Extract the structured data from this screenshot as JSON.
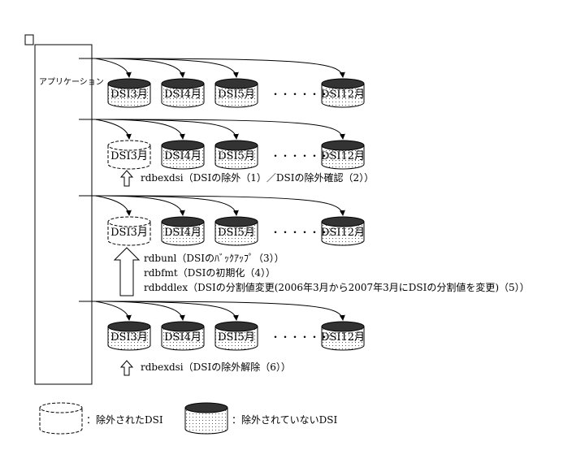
{
  "application_label": "アプリケーション",
  "ellipsis": "・・・・・・",
  "rows": [
    {
      "dsi": [
        "DSI3月",
        "DSI4月",
        "DSI5月",
        "DSI12月"
      ],
      "excluded": [
        false,
        false,
        false,
        false
      ]
    },
    {
      "dsi": [
        "DSI3月",
        "DSI4月",
        "DSI5月",
        "DSI12月"
      ],
      "excluded": [
        true,
        false,
        false,
        false
      ]
    },
    {
      "dsi": [
        "DSI3月",
        "DSI4月",
        "DSI5月",
        "DSI12月"
      ],
      "excluded": [
        true,
        false,
        false,
        false
      ]
    },
    {
      "dsi": [
        "DSI3月",
        "DSI4月",
        "DSI5月",
        "DSI12月"
      ],
      "excluded": [
        false,
        false,
        false,
        false
      ]
    }
  ],
  "steps": {
    "step1": "rdbexdsi（DSIの除外（1）／DSIの除外確認（2））",
    "step2_lines": [
      "rdbunl（DSIのﾊﾞｯｸｱｯﾌﾟ（3））",
      "rdbfmt（DSIの初期化（4））",
      "rdbddlex（DSIの分割値変更(2006年3月から2007年3月にDSIの分割値を変更)（5））"
    ],
    "step3": "rdbexdsi（DSIの除外解除（6））"
  },
  "legend": {
    "excluded": "：除外されたDSI",
    "not_excluded": "：除外されていないDSI"
  }
}
